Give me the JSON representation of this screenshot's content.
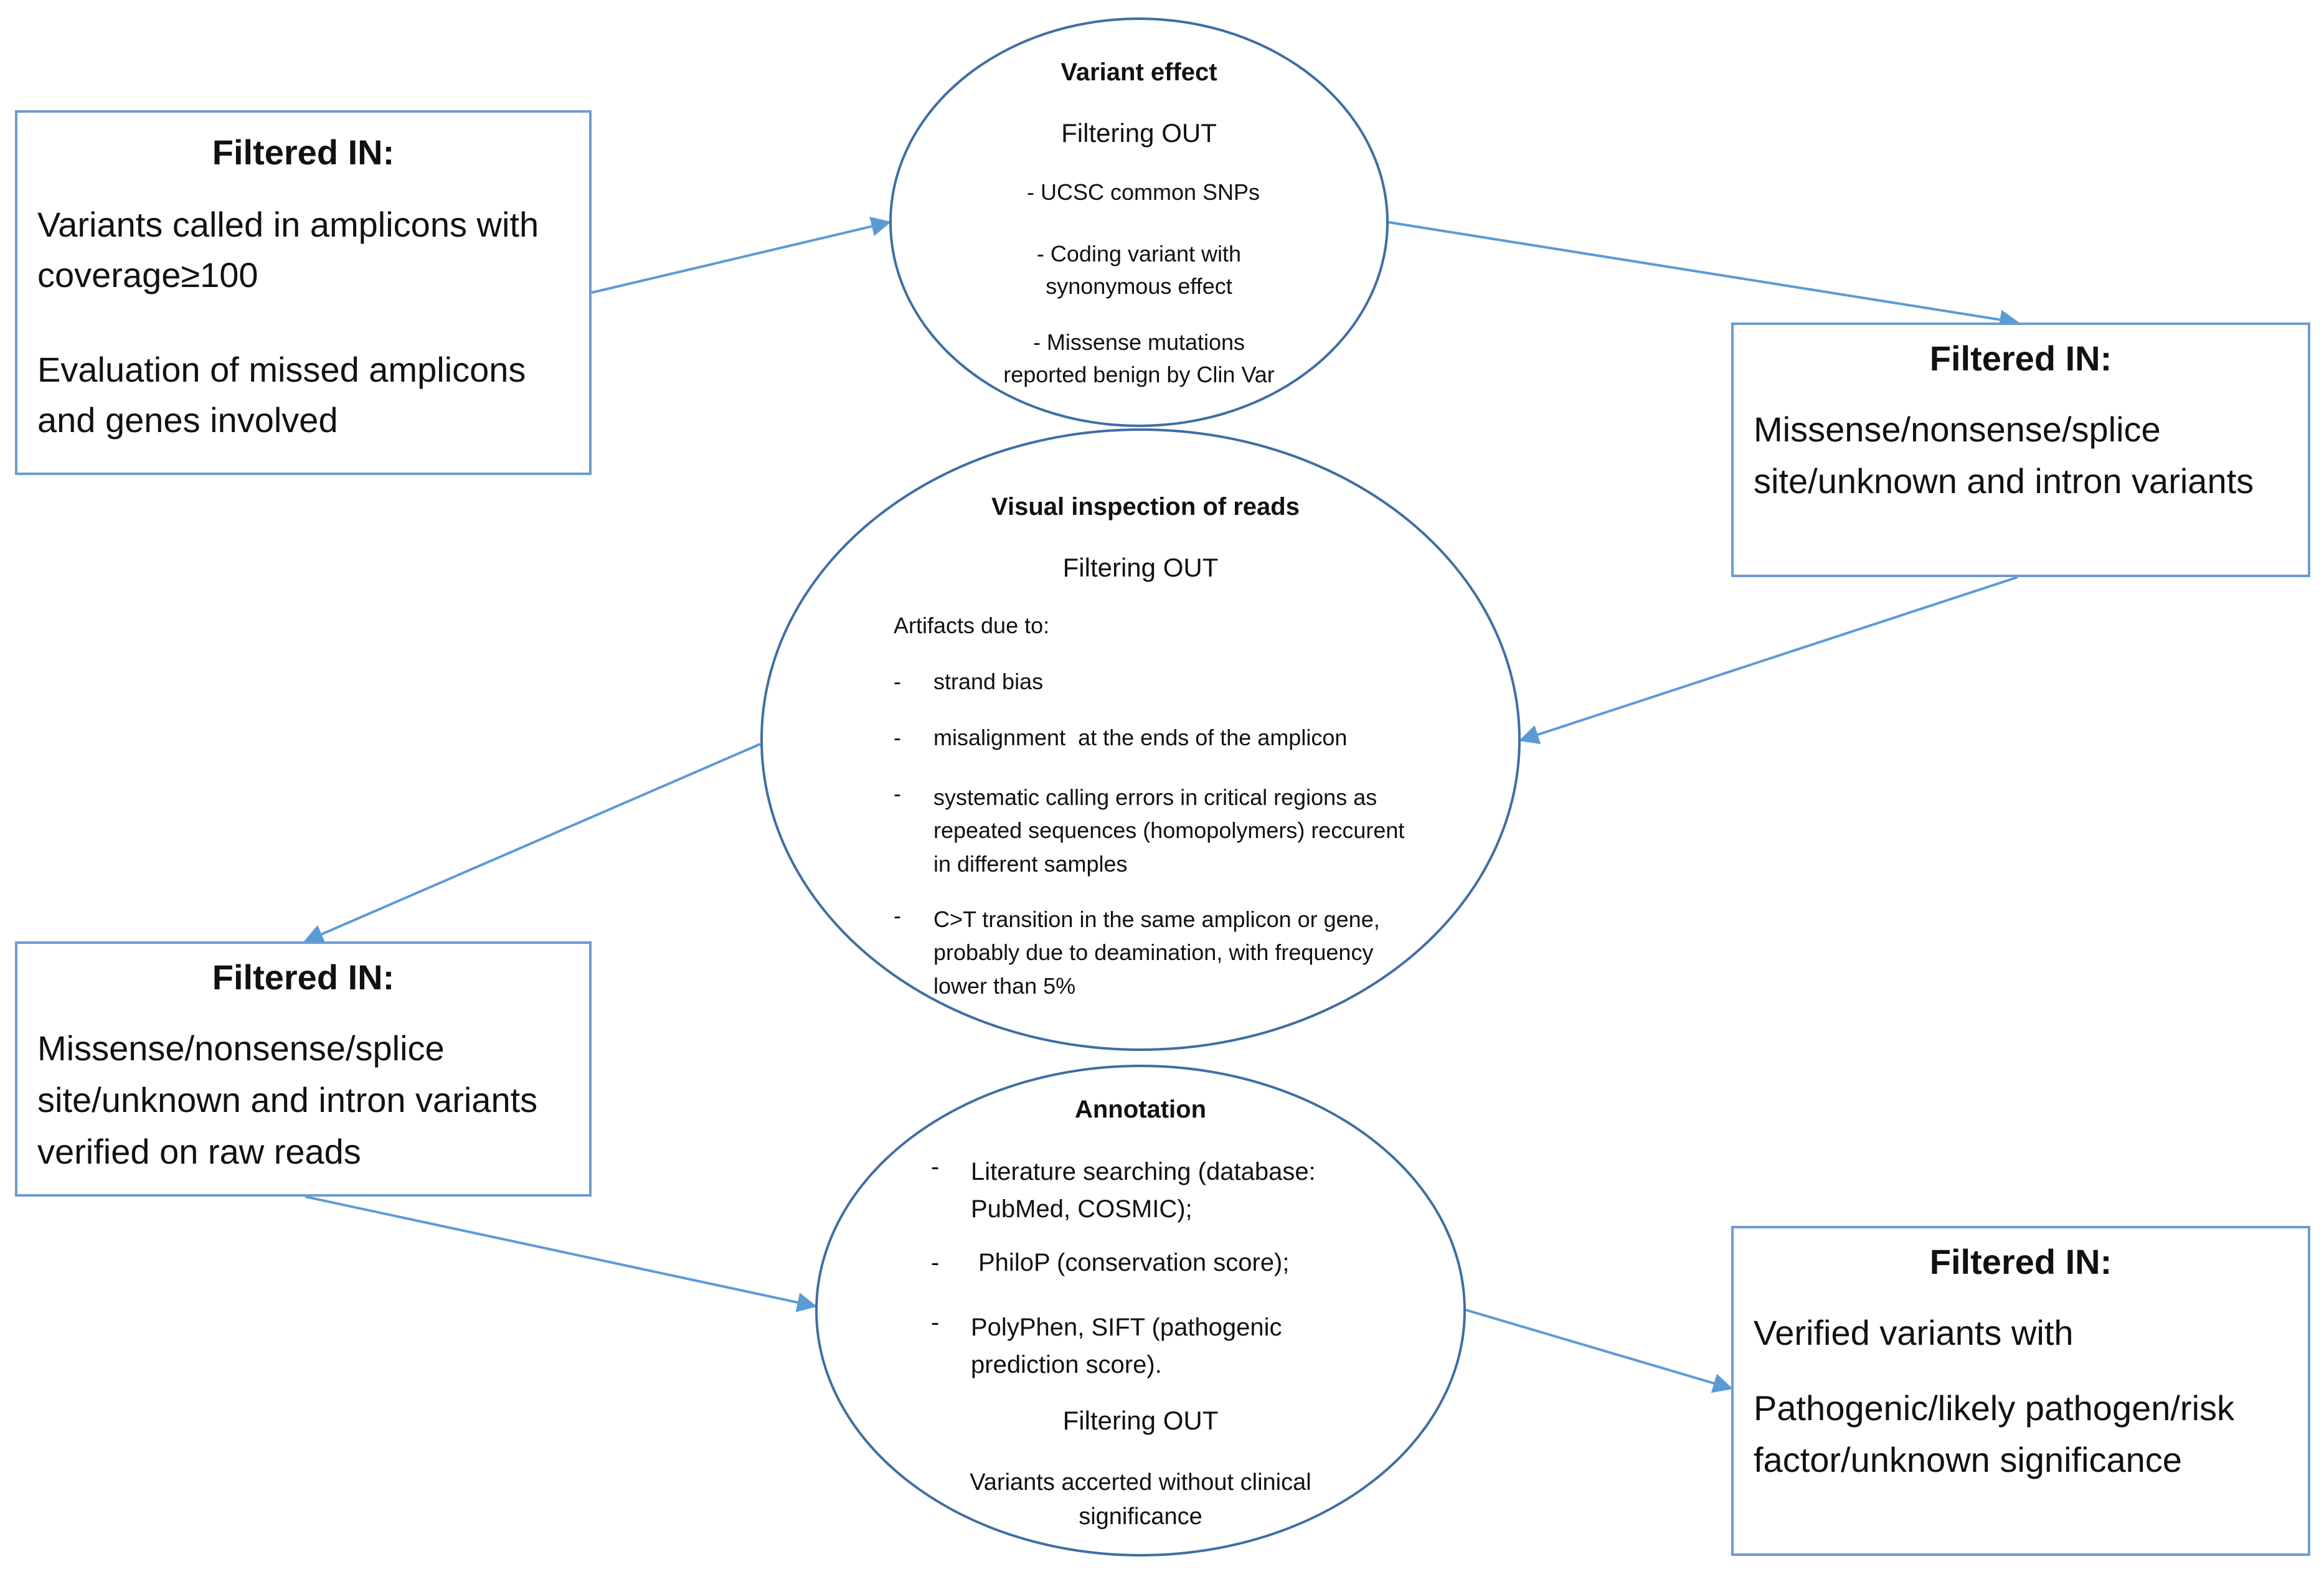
{
  "boxes": {
    "box1": {
      "title": "Filtered IN:",
      "para1": "Variants called in amplicons with coverage≥100",
      "para2": "Evaluation of missed amplicons and genes involved"
    },
    "box2": {
      "title": "Filtered IN:",
      "para1": "Missense/nonsense/splice site/unknown and intron variants"
    },
    "box3": {
      "title": "Filtered IN:",
      "para1": "Missense/nonsense/splice site/unknown and intron variants verified on raw reads"
    },
    "box4": {
      "title": "Filtered IN:",
      "para1": "Verified variants with",
      "para2": "Pathogenic/likely pathogen/risk factor/unknown significance"
    }
  },
  "ellipses": {
    "variant_effect": {
      "title": "Variant effect",
      "subtitle": "Filtering OUT",
      "item1": "- UCSC common SNPs",
      "item2": "- Coding variant with synonymous effect",
      "item3": "- Missense mutations reported benign by Clin Var"
    },
    "visual_inspection": {
      "title": "Visual inspection of reads",
      "subtitle": "Filtering OUT",
      "intro": "Artifacts due to:",
      "items": [
        "strand bias",
        "misalignment  at the ends of the amplicon",
        "systematic calling errors in critical regions as repeated sequences (homopolymers) reccurent in different samples",
        "C>T transition in the same amplicon or gene, probably due to deamination, with frequency lower than 5%"
      ]
    },
    "annotation": {
      "title": "Annotation",
      "items": [
        "Literature searching (database: PubMed, COSMIC);",
        "PhiloP (conservation score);",
        "PolyPhen, SIFT (pathogenic prediction score)."
      ],
      "subtitle": "Filtering OUT",
      "footer": "Variants accerted without clinical significance"
    }
  },
  "colors": {
    "box_border": "#6d9bd0",
    "ellipse_border": "#3f6ea3",
    "arrow": "#5b9bd5"
  }
}
